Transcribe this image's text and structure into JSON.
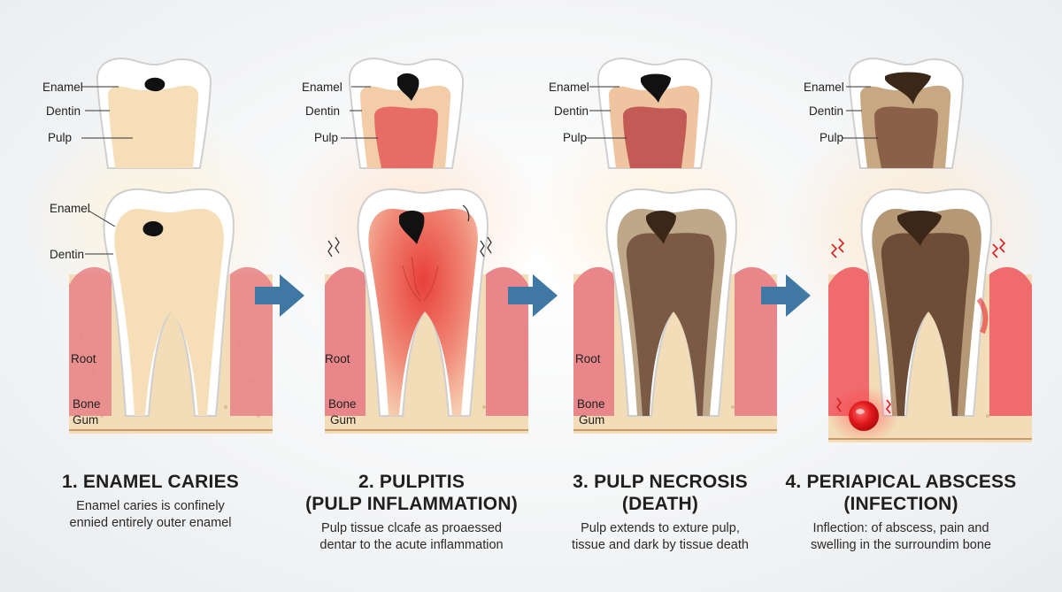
{
  "stages": [
    {
      "title_line1": "1. ENAMEL CARIES",
      "title_line2": "",
      "desc_line1": "Enamel caries is confinely",
      "desc_line2": "ennied entirely outer enamel",
      "top_labels": [
        "Enamel",
        "Dentin",
        "Pulp"
      ],
      "main_labels": [
        "Enamel",
        "Dentin",
        "Root",
        "Bone",
        "Gum"
      ]
    },
    {
      "title_line1": "2. PULPITIS",
      "title_line2": "(PULP INFLAMMATION)",
      "desc_line1": "Pulp tissue сlсafe as proaessed",
      "desc_line2": "dentar to the acute inflammation",
      "top_labels": [
        "Enamel",
        "Dentin",
        "Pulp"
      ],
      "main_labels": [
        "Root",
        "Bone",
        "Gum"
      ]
    },
    {
      "title_line1": "3. PULP NECROSIS",
      "title_line2": "(DEATH)",
      "desc_line1": "Pulp extends to exture pulp,",
      "desc_line2": "tissue and dark by tissue death",
      "top_labels": [
        "Enamel",
        "Dentin",
        "Pulp"
      ],
      "main_labels": [
        "Root",
        "Bone",
        "Gum"
      ]
    },
    {
      "title_line1": "4. PERIAPICAL ABSCESS",
      "title_line2": "(INFECTION)",
      "desc_line1": "Inflection: of abscess, pain and",
      "desc_line2": "swelling in the surroundim bone",
      "top_labels": [
        "Enamel",
        "Dentin",
        "Pulp"
      ],
      "main_labels": []
    }
  ],
  "colors": {
    "enamel": "#ffffff",
    "dentin_healthy": "#f6dfb8",
    "pulp_inflamed": "#e8706a",
    "pulp_necrotic": "#7a5a45",
    "gum": "#e8868a",
    "bone": "#f3dcb8",
    "arrow": "#3f78a3",
    "abscess": "#e0181a"
  }
}
